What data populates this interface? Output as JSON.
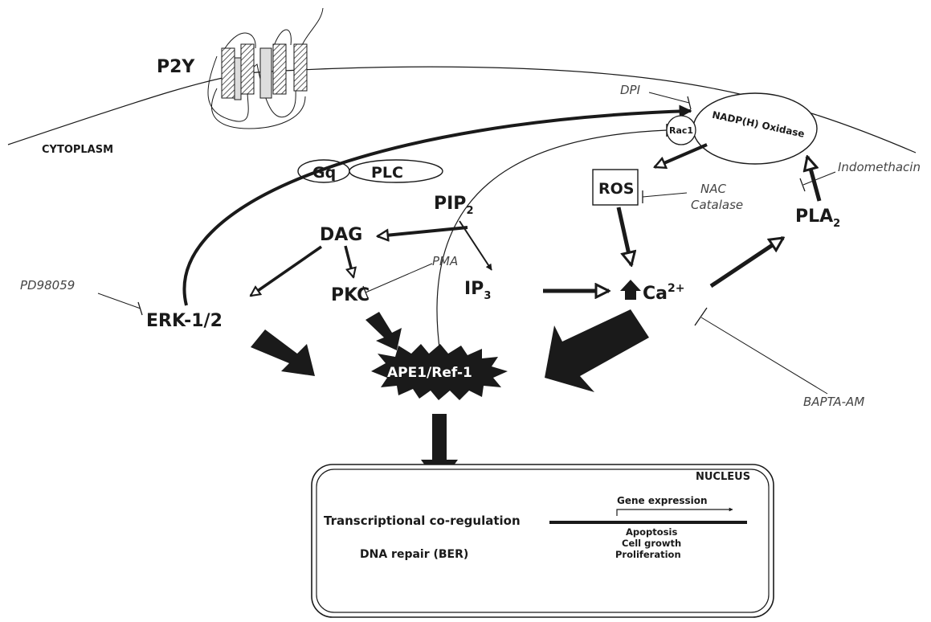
{
  "labels": {
    "receptor": "P2Y",
    "cytoplasm": "CYTOPLASM",
    "gq": "Gq",
    "plc": "PLC",
    "pip": "PIP",
    "pip_sub": "2",
    "dag": "DAG",
    "pkc": "PKC",
    "erk": "ERK-1/2",
    "ip": "IP",
    "ip_sub": "3",
    "ca": "Ca",
    "ca_sup": "2+",
    "ros": "ROS",
    "rac1": "Rac1",
    "nadph": "NADP(H) Oxidase",
    "pla": "PLA",
    "pla_sub": "2",
    "ape1": "APE1/Ref-1",
    "nucleus": "NUCLEUS",
    "transcription": "Transcriptional co-regulation",
    "dna_repair": "DNA repair (BER)",
    "gene_expression": "Gene expression",
    "outcome_1": "Apoptosis",
    "outcome_2": "Cell growth",
    "outcome_3": "Proliferation"
  },
  "inhibitors": {
    "dpi": "DPI",
    "indomethacin": "Indomethacin",
    "nac": "NAC",
    "catalase": "Catalase",
    "pma": "PMA",
    "pd98059": "PD98059",
    "bapta": "BAPTA-AM"
  }
}
